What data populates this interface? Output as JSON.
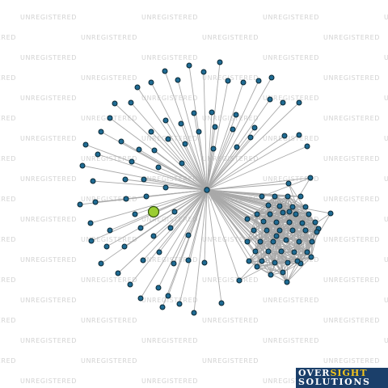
{
  "watermark": {
    "text": "UNREGISTERED"
  },
  "logo": {
    "word1": "OVER",
    "word2": "SIGHT",
    "word3": "SOLUTIONS",
    "accent_color": "#f5c51b",
    "bg_color": "#1b3f6a"
  },
  "network": {
    "hub_color": "#1f6b93",
    "focus_color": "#9acd32",
    "edge_color": "#a9a9a9",
    "node_count": 111
  }
}
